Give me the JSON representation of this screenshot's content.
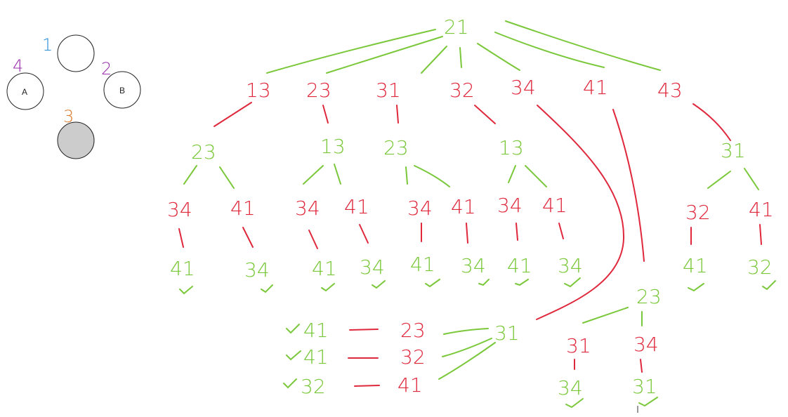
{
  "colors": {
    "red": "#e0283c",
    "green": "#7ac83a",
    "blue": "#2b8fd6",
    "purple": "#9b2fae",
    "orange": "#e07a2a",
    "gray_fill": "#cccccc"
  },
  "legend": {
    "circle_top_number": "1",
    "circle_b_number": "2",
    "circle_b_label": "B",
    "circle_bottom_number": "3",
    "circle_a_number": "4",
    "circle_a_label": "A"
  },
  "tree": {
    "root": "21",
    "level1": [
      "13",
      "23",
      "31",
      "32",
      "34",
      "41",
      "43"
    ],
    "branch_13": {
      "l2": "23",
      "l3": [
        "34",
        "41"
      ],
      "l4": [
        "41",
        "34"
      ]
    },
    "branch_23": {
      "l2": "13",
      "l3": [
        "34",
        "41"
      ],
      "l4": [
        "41",
        "34"
      ]
    },
    "branch_31": {
      "l2": "23",
      "l3": [
        "34",
        "41"
      ],
      "l4": [
        "41",
        "34"
      ]
    },
    "branch_32": {
      "l2": "13",
      "l3": [
        "34",
        "41"
      ],
      "l4": [
        "41",
        "34"
      ]
    },
    "branch_43": {
      "l2": "31",
      "l3": [
        "32",
        "41"
      ],
      "l4": [
        "41",
        "32"
      ]
    },
    "branch_34": {
      "l2": "31",
      "l3": [
        "23",
        "32",
        "41"
      ],
      "l4": [
        "41",
        "41",
        "32"
      ]
    },
    "branch_41": {
      "l2": "23",
      "l3": [
        "31",
        "34"
      ],
      "l4": [
        "34",
        "31"
      ]
    }
  },
  "check_mark": "✓"
}
